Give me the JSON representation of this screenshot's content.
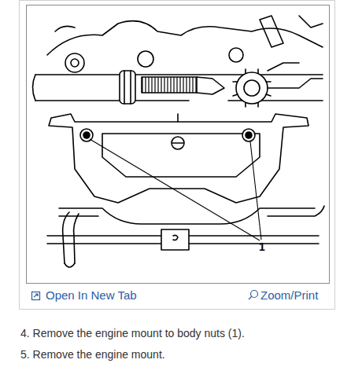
{
  "diagram": {
    "labels": [
      "1",
      "Open In New Tab",
      "Zoom/Print",
      "4. Remove the engine mount to body nuts (1).",
      "5. Remove the engine mount."
    ]
  }
}
